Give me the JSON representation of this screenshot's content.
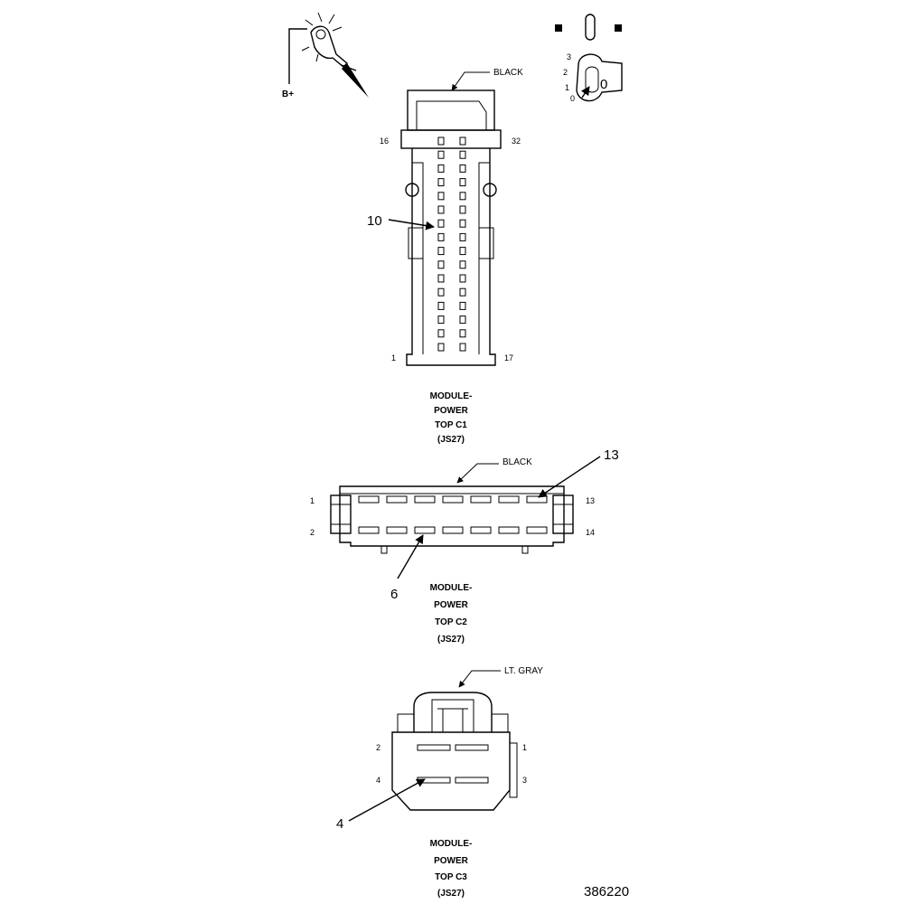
{
  "header": {
    "b_plus_label": "B+",
    "ignition_positions": [
      "3",
      "2",
      "1",
      "0"
    ],
    "key_label": "0"
  },
  "connector_c1": {
    "color_label": "BLACK",
    "pin_top_left": "16",
    "pin_top_right": "32",
    "pin_bottom_left": "1",
    "pin_bottom_right": "17",
    "callout": "10",
    "title": [
      "MODULE-",
      "POWER",
      "TOP C1",
      "(JS27)"
    ]
  },
  "connector_c2": {
    "color_label": "BLACK",
    "pin_top_left": "1",
    "pin_bottom_left": "2",
    "pin_top_right": "13",
    "pin_bottom_right": "14",
    "callout_right": "13",
    "callout_bottom": "6",
    "title": [
      "MODULE-",
      "POWER",
      "TOP C2",
      "(JS27)"
    ]
  },
  "connector_c3": {
    "color_label": "LT. GRAY",
    "pin_2": "2",
    "pin_1": "1",
    "pin_4": "4",
    "pin_3": "3",
    "callout": "4",
    "title": [
      "MODULE-",
      "POWER",
      "TOP C3",
      "(JS27)"
    ]
  },
  "figure_number": "386220"
}
